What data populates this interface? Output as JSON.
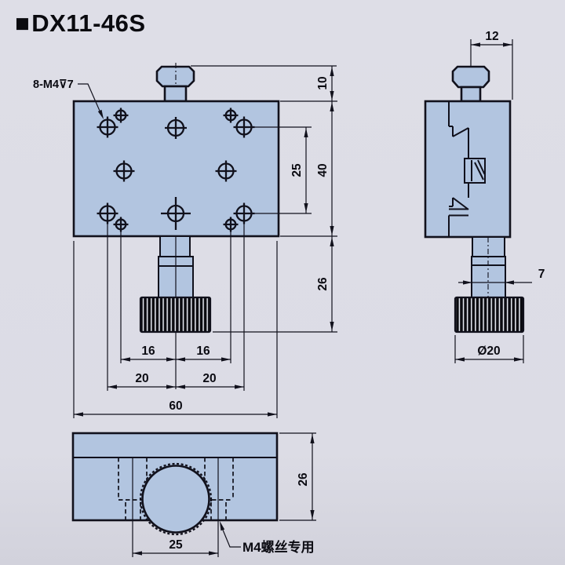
{
  "header": {
    "marker": "■",
    "title": "DX11-46S"
  },
  "colors": {
    "background": "#dcdce5",
    "part_fill": "#b2c5e0",
    "outline": "#11111c",
    "knurl": "#0b0b10"
  },
  "views": {
    "front": {
      "callout": "8-M4⊽7",
      "dims": {
        "top_offset": "10",
        "body_height": "40",
        "hole_span_vertical": "25",
        "knob_height": "26",
        "inner_left": "16",
        "inner_right": "16",
        "outer_left": "20",
        "outer_right": "20",
        "body_width": "60"
      }
    },
    "side": {
      "dims": {
        "knob_offset": "12",
        "shaft_width": "7",
        "knob_diameter": "Ø20"
      }
    },
    "bottom": {
      "note": "M4螺丝专用",
      "dims": {
        "slot_span": "25",
        "body_depth": "26"
      }
    }
  }
}
